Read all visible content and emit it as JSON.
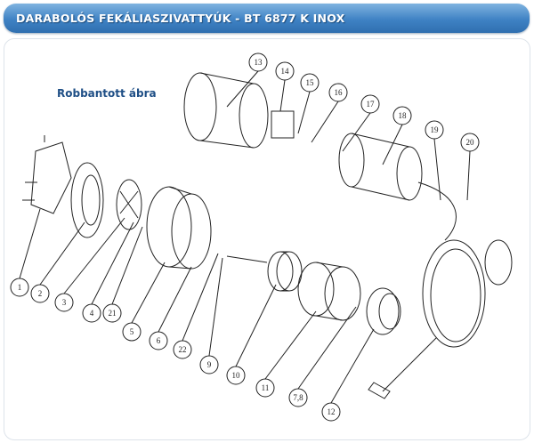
{
  "header": {
    "title": "DARABOLÓS FEKÁLIASZIVATTYÚK - BT 6877 K INOX"
  },
  "section": {
    "subtitle": "Robbantott ábra"
  },
  "diagram": {
    "callouts": [
      "1",
      "2",
      "3",
      "4",
      "21",
      "5",
      "6",
      "22",
      "9",
      "10",
      "11",
      "7,8",
      "12",
      "13",
      "14",
      "15",
      "16",
      "17",
      "18",
      "19",
      "20"
    ]
  }
}
